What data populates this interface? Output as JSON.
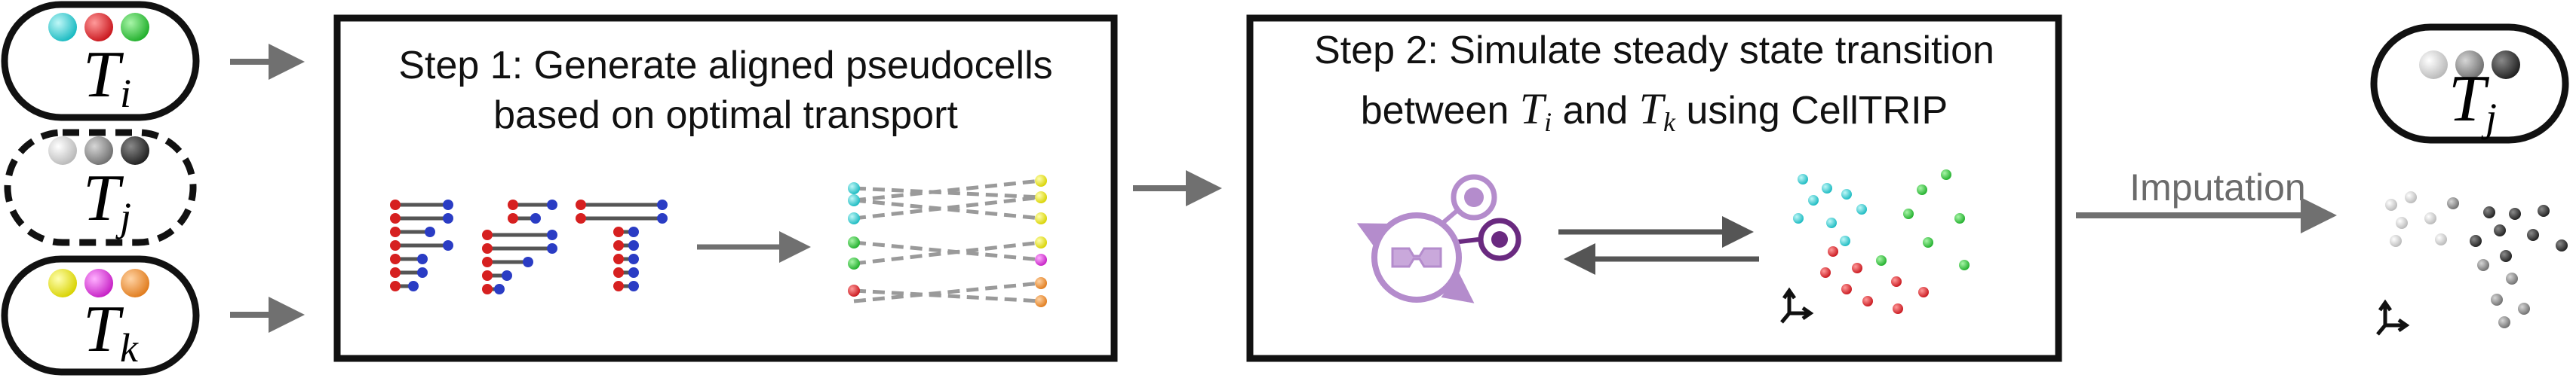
{
  "modality_i": {
    "name": "T",
    "subscript": "i",
    "dot_colors": [
      "#2fd4d4",
      "#e0242a",
      "#2fcf3a"
    ]
  },
  "modality_j": {
    "name": "T",
    "subscript": "j",
    "dot_colors": [
      "#d4d4d4",
      "#8c8c8c",
      "#3a3a3a"
    ]
  },
  "modality_k": {
    "name": "T",
    "subscript": "k",
    "dot_colors": [
      "#f2ee1c",
      "#e43ce0",
      "#f29a3e"
    ]
  },
  "imputed_modality": {
    "name": "T",
    "subscript": "j",
    "dot_colors": [
      "#d4d4d4",
      "#8c8c8c",
      "#3a3a3a"
    ]
  },
  "step1": {
    "title_line1": "Step 1: Generate aligned pseudocells",
    "title_line2": "based on optimal transport"
  },
  "step2": {
    "title_line1": "Step 2: Simulate steady state transition",
    "title_line2_before": "between ",
    "symbol_a": "T",
    "symbol_a_sub": "i",
    "title_line2_mid": " and ",
    "symbol_b": "T",
    "symbol_b_sub": "k",
    "title_line2_after": " using CellTRIP"
  },
  "imputation_label": "Imputation",
  "colors": {
    "arrow": "#707070",
    "box_border": "#111111",
    "cyan": "#2fd4d4",
    "red": "#e0242a",
    "green": "#2fcf3a",
    "yellow": "#f2ee1c",
    "magenta": "#e43ce0",
    "orange": "#f29a3e",
    "agent_purple": "#b48ccc",
    "agent_dark": "#6a2a80"
  },
  "icons": [
    "cell-agent-icon",
    "axes-icon",
    "transport-link-icon"
  ]
}
